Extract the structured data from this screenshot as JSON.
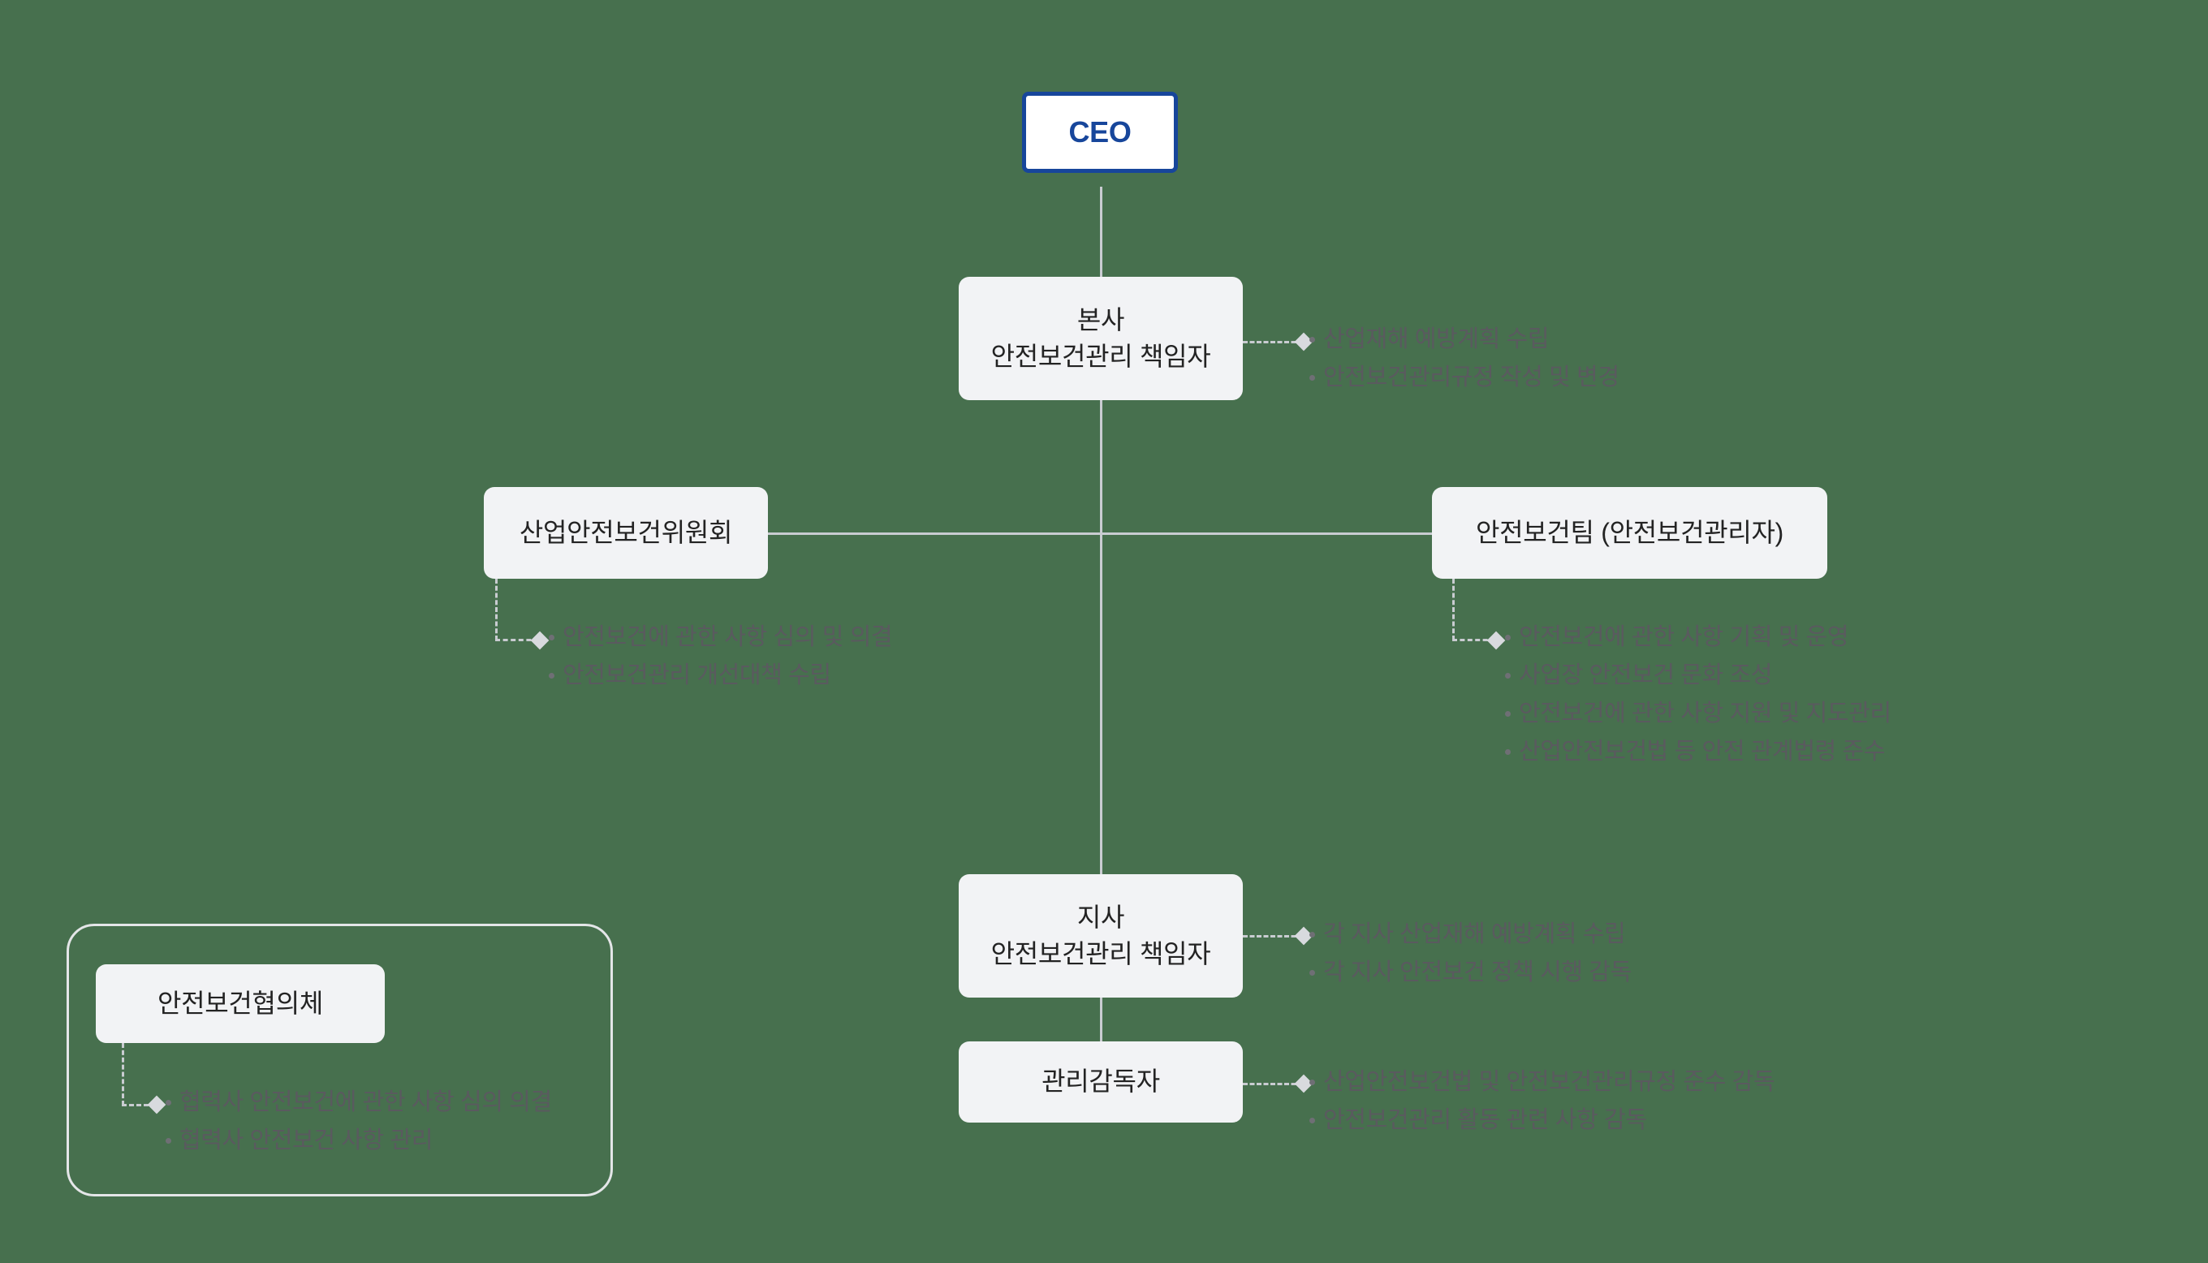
{
  "diagram": {
    "title_nodes": {
      "ceo": "CEO",
      "hq_manager_line1": "본사",
      "hq_manager_line2": "안전보건관리 책임자",
      "committee": "산업안전보건위원회",
      "safety_team": "안전보건팀 (안전보건관리자)",
      "branch_manager_line1": "지사",
      "branch_manager_line2": "안전보건관리 책임자",
      "supervisor": "관리감독자",
      "partner_council": "안전보건협의체"
    },
    "bullets": {
      "hq_manager": [
        "산업재해 예방계획 수립",
        "안전보건관리규정 작성 및 변경"
      ],
      "committee": [
        "안전보건에 관한 사항 심의 및 의결",
        "안전보건관리 개선대책 수립"
      ],
      "safety_team": [
        "안전보건에 관한 사항 기획 및 운영",
        "사업장 안전보건 문화 조성",
        "안전보건에 관한 사항 지원 및 지도관리",
        "산업안전보건법 등 안전 관계법령 준수"
      ],
      "branch_manager": [
        "각 지사 산업재해 예방계획 수립",
        "각 지사 안전보건 정책 시행 감독"
      ],
      "supervisor": [
        "산업안전보건법 및 안전보건관리규정 준수 감독",
        "안전보건관리 활동 관련 사항 감독"
      ],
      "partner_council": [
        "협력사 안전보건에 관한 사항 심의 의결",
        "협력사 안전보건 사항 관리"
      ]
    },
    "colors": {
      "background": "#47704e",
      "node_fill": "#f2f3f5",
      "ceo_border": "#17469b",
      "ceo_text": "#17469b",
      "node_text": "#232323",
      "bullet_text": "#5a5a5f",
      "connector": "#c9ccd1"
    }
  }
}
